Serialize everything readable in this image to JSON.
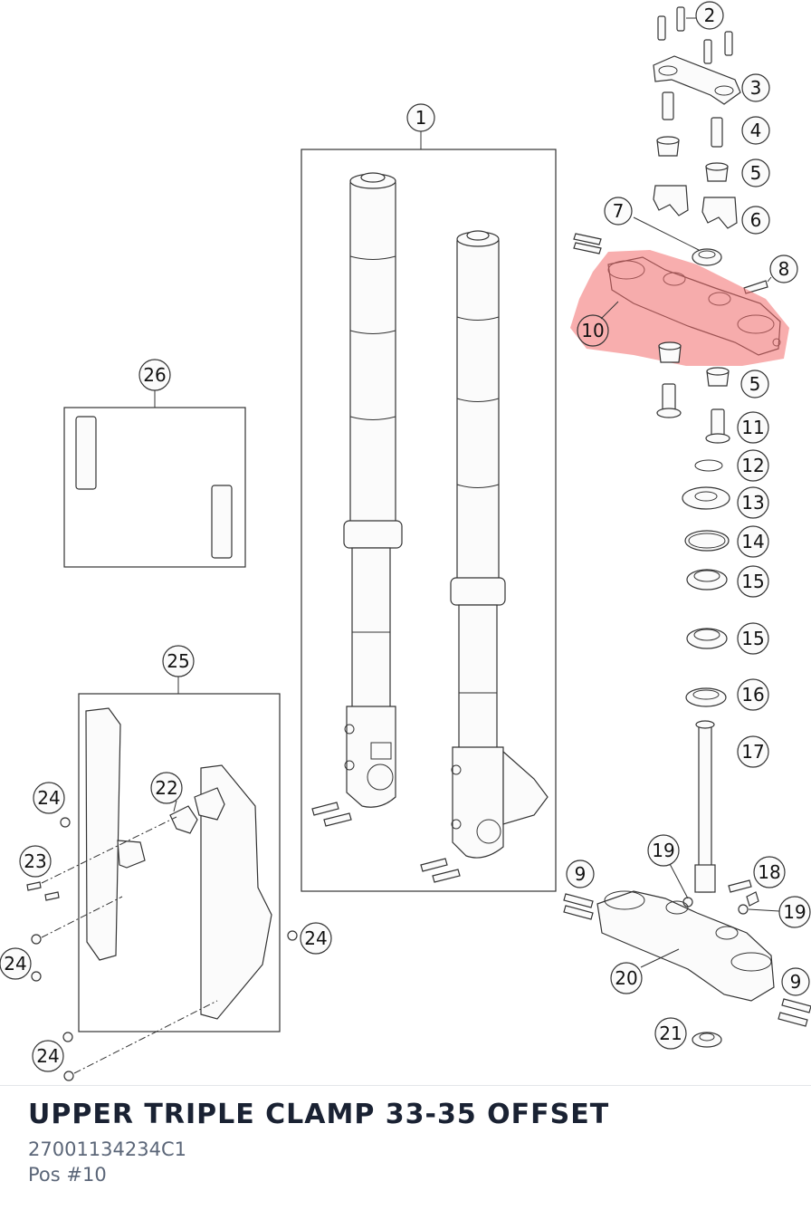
{
  "part": {
    "title": "UPPER TRIPLE CLAMP 33-35 OFFSET",
    "number": "27001134234C1",
    "position": "Pos #10"
  },
  "highlight_color": "#f26b6b",
  "labels": {
    "l1": "1",
    "l2": "2",
    "l3": "3",
    "l4": "4",
    "l5a": "5",
    "l6": "6",
    "l7": "7",
    "l8": "8",
    "l10": "10",
    "l5b": "5",
    "l11": "11",
    "l12": "12",
    "l13": "13",
    "l14": "14",
    "l15a": "15",
    "l15b": "15",
    "l16": "16",
    "l17": "17",
    "l19a": "19",
    "l9a": "9",
    "l18": "18",
    "l19b": "19",
    "l20": "20",
    "l9b": "9",
    "l21": "21",
    "l26": "26",
    "l25": "25",
    "l24a": "24",
    "l22": "22",
    "l23": "23",
    "l24b": "24",
    "l24c": "24",
    "l24d": "24"
  }
}
